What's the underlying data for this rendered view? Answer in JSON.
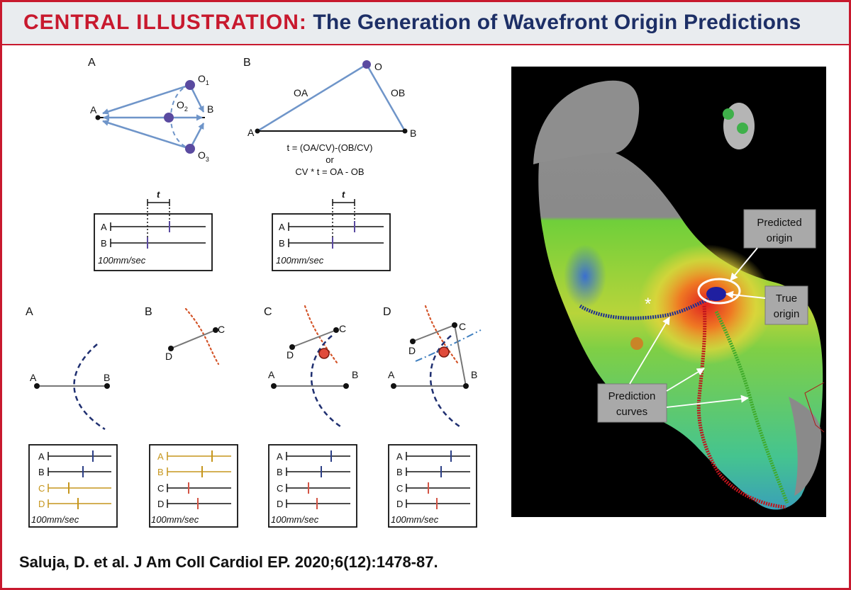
{
  "header": {
    "title_red": "CENTRAL ILLUSTRATION:",
    "title_blue": "The Generation of Wavefront Origin Predictions"
  },
  "colors": {
    "brand_red": "#c8192e",
    "title_blue": "#1d2f66",
    "arrow_blue": "#6f95c9",
    "marker_purple": "#5a4aa0",
    "curve_navy": "#1f2f70",
    "curve_red": "#d4562b",
    "tick_gold": "#c6961d",
    "tick_blue": "#2c3f86",
    "tick_red": "#d35445",
    "dash_blue": "#3f7fbf"
  },
  "top_panel_a": {
    "letter": "A",
    "points": {
      "a": "A",
      "b": "B",
      "o1_main": "O",
      "o1_sub": "1",
      "o2_main": "O",
      "o2_sub": "2",
      "o3_main": "O",
      "o3_sub": "3"
    },
    "trace": {
      "t_label": "t",
      "row_a": "A",
      "row_b": "B",
      "speed": "100mm/sec"
    }
  },
  "top_panel_b": {
    "letter": "B",
    "points": {
      "o": "O",
      "a": "A",
      "b": "B",
      "oa": "OA",
      "ob": "OB"
    },
    "formula": [
      "t = (OA/CV)-(OB/CV)",
      "or",
      "CV * t = OA - OB"
    ],
    "trace": {
      "t_label": "t",
      "row_a": "A",
      "row_b": "B",
      "speed": "100mm/sec"
    }
  },
  "bottom_panels": [
    {
      "letter": "A",
      "point_a": "A",
      "point_b": "B",
      "rows": [
        "A",
        "B",
        "C",
        "D"
      ],
      "speed": "100mm/sec"
    },
    {
      "letter": "B",
      "point_c": "C",
      "point_d": "D",
      "rows": [
        "A",
        "B",
        "C",
        "D"
      ],
      "speed": "100mm/sec"
    },
    {
      "letter": "C",
      "point_a": "A",
      "point_b": "B",
      "point_c": "C",
      "point_d": "D",
      "rows": [
        "A",
        "B",
        "C",
        "D"
      ],
      "speed": "100mm/sec"
    },
    {
      "letter": "D",
      "point_a": "A",
      "point_b": "B",
      "point_c": "C",
      "point_d": "D",
      "rows": [
        "A",
        "B",
        "C",
        "D"
      ],
      "speed": "100mm/sec"
    }
  ],
  "map": {
    "predicted_origin": [
      "Predicted",
      "origin"
    ],
    "true_origin": [
      "True",
      "origin"
    ],
    "prediction_curves": [
      "Prediction",
      "curves"
    ],
    "asterisk": "*"
  },
  "citation": "Saluja, D. et al. J Am Coll Cardiol EP. 2020;6(12):1478-87."
}
